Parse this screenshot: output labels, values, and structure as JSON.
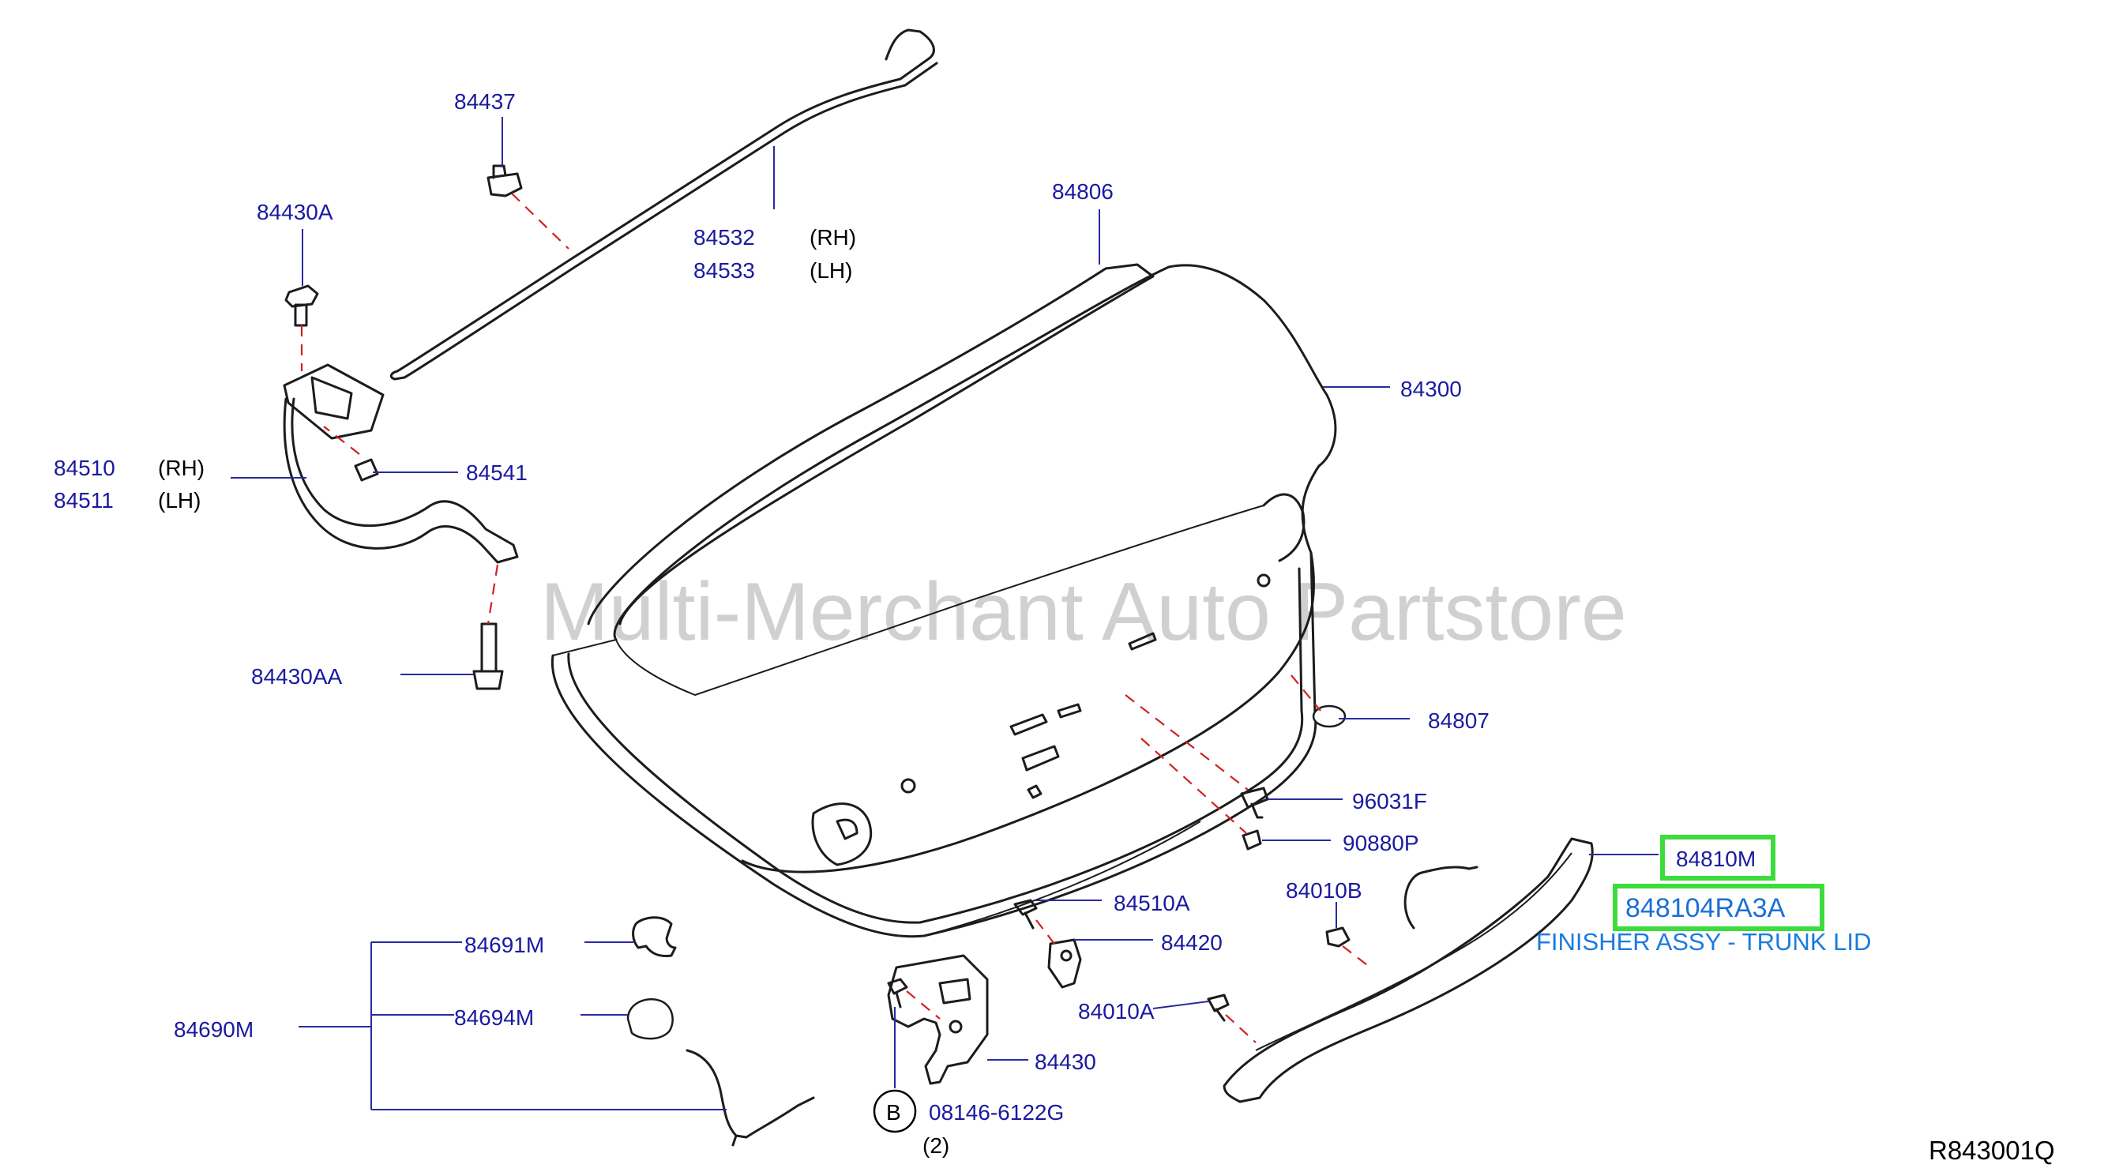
{
  "watermark": "Multi-Merchant Auto Partstore",
  "diagram_ref": "R843001Q",
  "highlight_color": "#3ddc3d",
  "label_color": "#1a1aa0",
  "labels": {
    "p84437": "84437",
    "p84430A": "84430A",
    "p84532": "84532",
    "p84533": "84533",
    "rh1": "(RH)",
    "lh1": "(LH)",
    "p84806": "84806",
    "p84300": "84300",
    "p84510": "84510",
    "p84511": "84511",
    "rh2": "(RH)",
    "lh2": "(LH)",
    "p84541": "84541",
    "p84430AA": "84430AA",
    "p84807": "84807",
    "p96031F": "96031F",
    "p90880P": "90880P",
    "p84810M": "84810M",
    "p848104RA3A": "848104RA3A",
    "finisher": "FINISHER ASSY - TRUNK LID",
    "p84010B": "84010B",
    "p84510A": "84510A",
    "p84420": "84420",
    "p84691M": "84691M",
    "p84694M": "84694M",
    "p84690M": "84690M",
    "p84010A": "84010A",
    "p84430": "84430",
    "bolt_marker": "B",
    "p08146": "08146-6122G",
    "qty": "(2)"
  }
}
